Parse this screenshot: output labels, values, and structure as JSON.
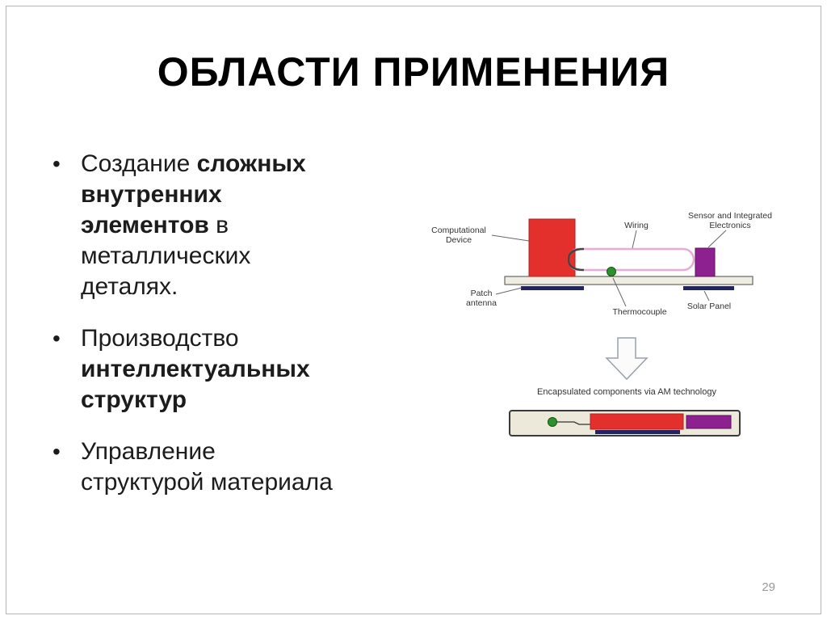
{
  "title": "ОБЛАСТИ ПРИМЕНЕНИЯ",
  "page_number": "29",
  "bullets": [
    {
      "normal1": "Создание ",
      "bold": "сложных\nвнутренних\nэлементов",
      "normal2": " в\nметаллических\nдеталях."
    },
    {
      "normal1": "Производство",
      "bold": "\nинтеллектуальных\nструктур",
      "normal2": ""
    },
    {
      "normal1": "Управление\nструктурой материала",
      "bold": "",
      "normal2": ""
    }
  ],
  "diagram": {
    "labels": {
      "computational_1": "Computational",
      "computational_2": "Device",
      "wiring": "Wiring",
      "sensor_1": "Sensor and Integrated",
      "sensor_2": "Electronics",
      "patch_1": "Patch",
      "patch_2": "antenna",
      "thermocouple": "Thermocouple",
      "solar": "Solar Panel",
      "caption": "Encapsulated components via AM technology"
    },
    "colors": {
      "device_red": "#e3302c",
      "sensor_purple": "#8d2190",
      "thermocouple_green": "#2f8f2f",
      "antenna_navy": "#24245c",
      "wiring_pink": "#eaaad6",
      "board": "#efede1",
      "capsule": "#ece9da"
    }
  }
}
